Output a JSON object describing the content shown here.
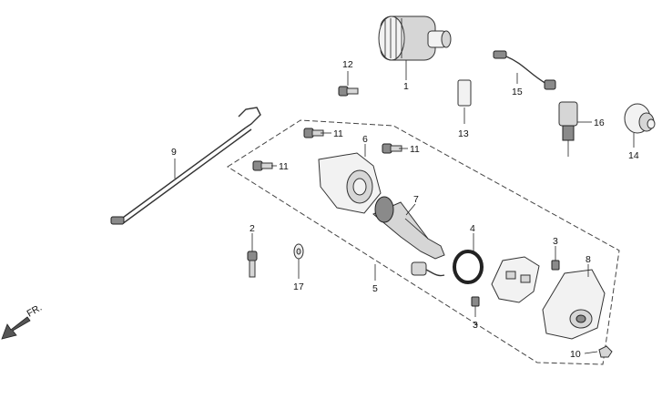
{
  "callouts": {
    "c1": "1",
    "c2": "2",
    "c3a": "3",
    "c3b": "3",
    "c4": "4",
    "c5": "5",
    "c6": "6",
    "c7": "7",
    "c8": "8",
    "c9": "9",
    "c10": "10",
    "c11a": "11",
    "c11b": "11",
    "c11c": "11",
    "c12": "12",
    "c13": "13",
    "c14": "14",
    "c15": "15",
    "c16": "16",
    "c17": "17"
  },
  "direction": {
    "label": "FR.",
    "icon": "arrow-down-left-icon"
  },
  "colors": {
    "line": "#333333",
    "fill_light": "#f2f2f2",
    "fill_mid": "#d6d6d6",
    "fill_dark": "#8a8a8a"
  }
}
